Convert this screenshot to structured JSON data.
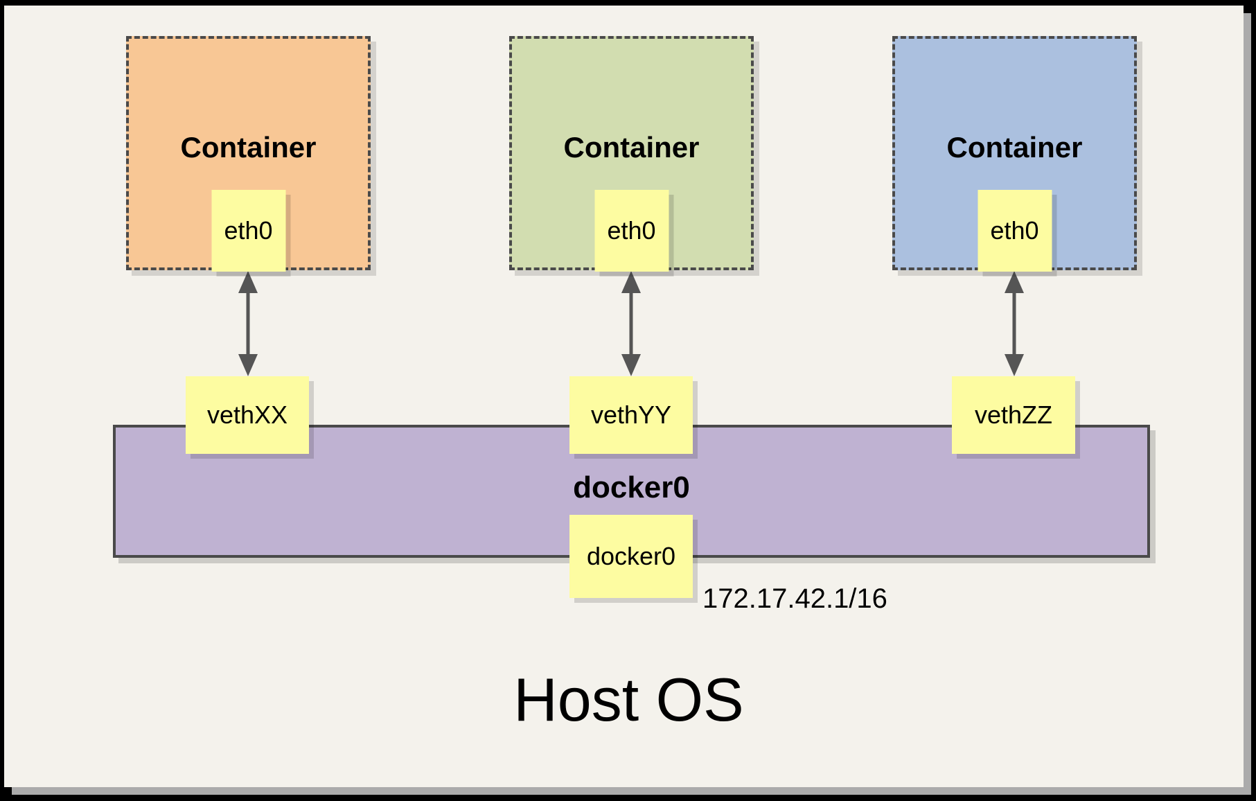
{
  "panel": {
    "background": "#F4F2EC",
    "frame_color": "#000000"
  },
  "containers": [
    {
      "label": "Container",
      "color": "#F8C795",
      "interface": {
        "label": "eth0"
      },
      "veth": {
        "label": "vethXX"
      }
    },
    {
      "label": "Container",
      "color": "#D2DDB0",
      "interface": {
        "label": "eth0"
      },
      "veth": {
        "label": "vethYY"
      }
    },
    {
      "label": "Container",
      "color": "#ABC0DF",
      "interface": {
        "label": "eth0"
      },
      "veth": {
        "label": "vethZZ"
      }
    }
  ],
  "bridge": {
    "label": "docker0",
    "color": "#BFB2D2",
    "interface": {
      "label": "docker0"
    },
    "ip": "172.17.42.1/16"
  },
  "host": {
    "label": "Host OS"
  },
  "styles": {
    "note_color": "#FDFCA1",
    "dash_border_color": "#4A4A4A",
    "arrow_color": "#555555"
  }
}
